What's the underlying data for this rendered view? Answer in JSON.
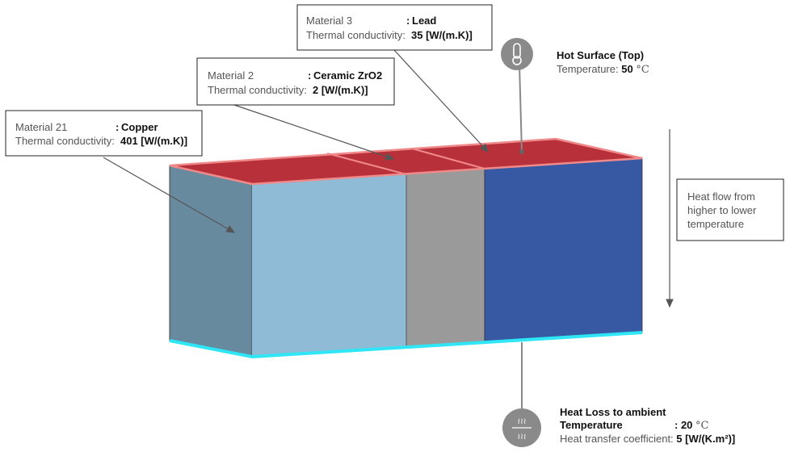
{
  "materials": [
    {
      "label": "Material 21",
      "name": "Copper",
      "k_label": "Thermal conductivity:",
      "k_value": "401 [W/(m.K)]"
    },
    {
      "label": "Material 2",
      "name": "Ceramic ZrO2",
      "k_label": "Thermal conductivity:",
      "k_value": "2 [W/(m.K)]"
    },
    {
      "label": "Material 3",
      "name": "Lead",
      "k_label": "Thermal conductivity:",
      "k_value": "35 [W/(m.K)]"
    }
  ],
  "colon": ":",
  "hot_surface": {
    "title": "Hot Surface (Top)",
    "temp_label": "Temperature:",
    "temp_value": "50",
    "unit": "°C",
    "icon": "thermometer-icon"
  },
  "heat_loss": {
    "title": "Heat Loss to ambient",
    "temp_label": "Temperature",
    "temp_value": ": 20",
    "unit": "°C",
    "coef_label": "Heat transfer coefficient:",
    "coef_value": "5 [W/(K.m²)]",
    "icon": "heat-waves-icon"
  },
  "heat_flow": {
    "line1": "Heat flow from",
    "line2": "higher to lower",
    "line3": "temperature"
  },
  "colors": {
    "copper_side": "#678a9f",
    "copper_front": "#8fbbd6",
    "ceramic": "#9a9a9a",
    "lead": "#3758a3",
    "top": "#b8313a",
    "top_edge": "#f08a8a",
    "bottom_edge": "#2ee6f5"
  }
}
